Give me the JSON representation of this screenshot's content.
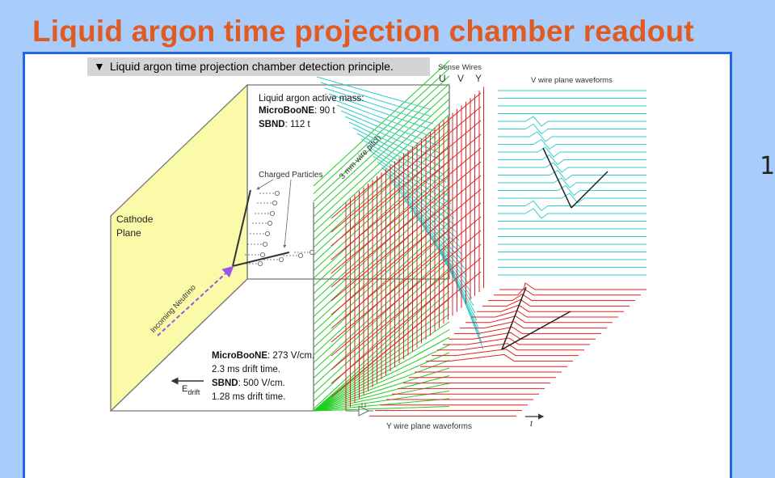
{
  "slide": {
    "title": "Liquid argon time projection chamber readout",
    "caption_arrow": "▼",
    "caption": "Liquid argon time projection chamber detection principle."
  },
  "diagram": {
    "sense_wires": "Sense Wires",
    "wire_u": "U",
    "wire_v": "V",
    "wire_y": "Y",
    "v_waveforms": "V wire plane waveforms",
    "y_waveforms": "Y wire plane waveforms",
    "time_axis": "t",
    "active_mass_label": "Liquid argon active mass:",
    "microboone_name": "MicroBooNE",
    "microboone_mass": ": 90 t",
    "sbnd_name": "SBND",
    "sbnd_mass": ": 112 t",
    "wire_pitch": "3 mm wire pitch",
    "charged_particles": "Charged Particles",
    "cathode_line1": "Cathode",
    "cathode_line2": "Plane",
    "incoming_neutrino": "Incoming Neutrino",
    "field_microboone_name": "MicroBooNE",
    "field_microboone_value": ": 273 V/cm.",
    "field_microboone_drift": "2.3 ms drift time.",
    "field_sbnd_name": "SBND",
    "field_sbnd_value": ": 500 V/cm.",
    "field_sbnd_drift": "1.28 ms drift time.",
    "edrift_main": "E",
    "edrift_sub": "drift",
    "edge_glyph": "1"
  },
  "colors": {
    "title": "#e05a22",
    "background": "#a8cdfa",
    "panel_border": "#2266ee",
    "cathode": "#fafaa8",
    "u_wires": "#22cc22",
    "v_wires": "#33cccc",
    "y_wires": "#e02020",
    "neutrino": "#9955ee"
  }
}
